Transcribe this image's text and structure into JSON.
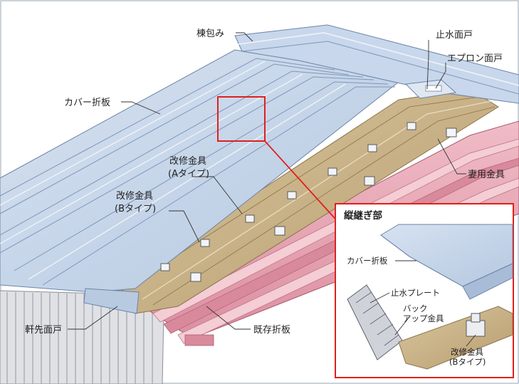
{
  "labels": {
    "ridge_cover": "棟包み",
    "water_stop_closure": "止水面戸",
    "apron_closure": "エプロン面戸",
    "cover_folded_plate": "カバー折板",
    "renovation_bracket_a_line1": "改修金具",
    "renovation_bracket_a_line2": "(Aタイプ)",
    "renovation_bracket_b_line1": "改修金具",
    "renovation_bracket_b_line2": "(Bタイプ)",
    "gable_bracket": "妻用金具",
    "eave_closure": "軒先面戸",
    "existing_folded_plate": "既存折板"
  },
  "inset": {
    "title": "縦継ぎ部",
    "cover_folded_plate": "カバー折板",
    "water_stop_plate": "止水プレート",
    "backup_bracket_line1": "バック",
    "backup_bracket_line2": "アップ金具",
    "renovation_bracket_b_line1": "改修金具",
    "renovation_bracket_b_line2": "(Bタイプ)"
  },
  "colors": {
    "cover_plate": "#c3d3e8",
    "cover_plate_dark": "#8fa8c8",
    "existing_plate": "#e8a9b6",
    "existing_plate_dark": "#c9788b",
    "beige_plate": "#c9b48c",
    "wall": "#d7d9dd",
    "highlight_box": "#e0201c"
  }
}
